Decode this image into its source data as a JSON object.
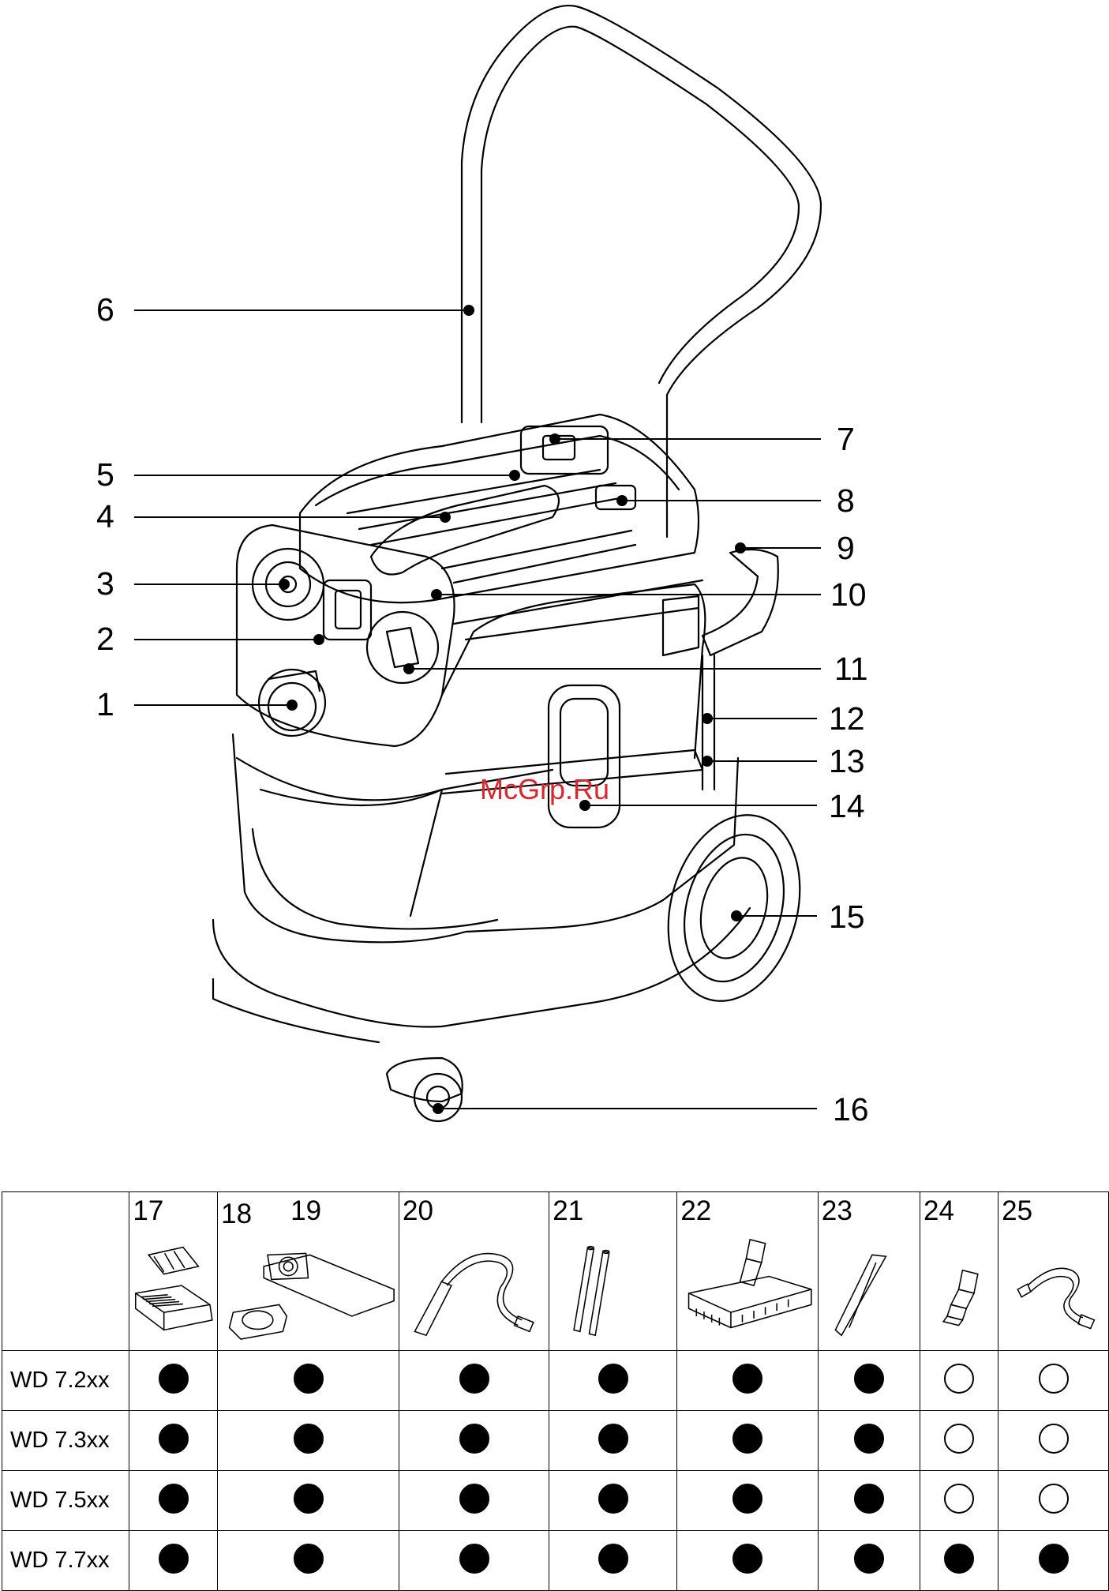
{
  "callouts": [
    "1",
    "2",
    "3",
    "4",
    "5",
    "6",
    "7",
    "8",
    "9",
    "10",
    "11",
    "12",
    "13",
    "14",
    "15",
    "16"
  ],
  "watermark": "McGrp.Ru",
  "table": {
    "columns": [
      {
        "label": "17",
        "icon": "filter-icon"
      },
      {
        "label": "18",
        "label2": "19",
        "icon": "filter-bag-icon"
      },
      {
        "label": "20",
        "icon": "suction-hose-icon"
      },
      {
        "label": "21",
        "icon": "suction-tubes-icon"
      },
      {
        "label": "22",
        "icon": "floor-nozzle-icon"
      },
      {
        "label": "23",
        "icon": "crevice-nozzle-icon"
      },
      {
        "label": "24",
        "icon": "adapter-icon"
      },
      {
        "label": "25",
        "icon": "extension-hose-icon"
      }
    ],
    "rows": [
      {
        "model": "WD 7.2xx",
        "marks": [
          true,
          true,
          true,
          true,
          true,
          true,
          false,
          false
        ]
      },
      {
        "model": "WD 7.3xx",
        "marks": [
          true,
          true,
          true,
          true,
          true,
          true,
          false,
          false
        ]
      },
      {
        "model": "WD 7.5xx",
        "marks": [
          true,
          true,
          true,
          true,
          true,
          true,
          false,
          false
        ]
      },
      {
        "model": "WD 7.7xx",
        "marks": [
          true,
          true,
          true,
          true,
          true,
          true,
          true,
          true
        ]
      }
    ]
  }
}
